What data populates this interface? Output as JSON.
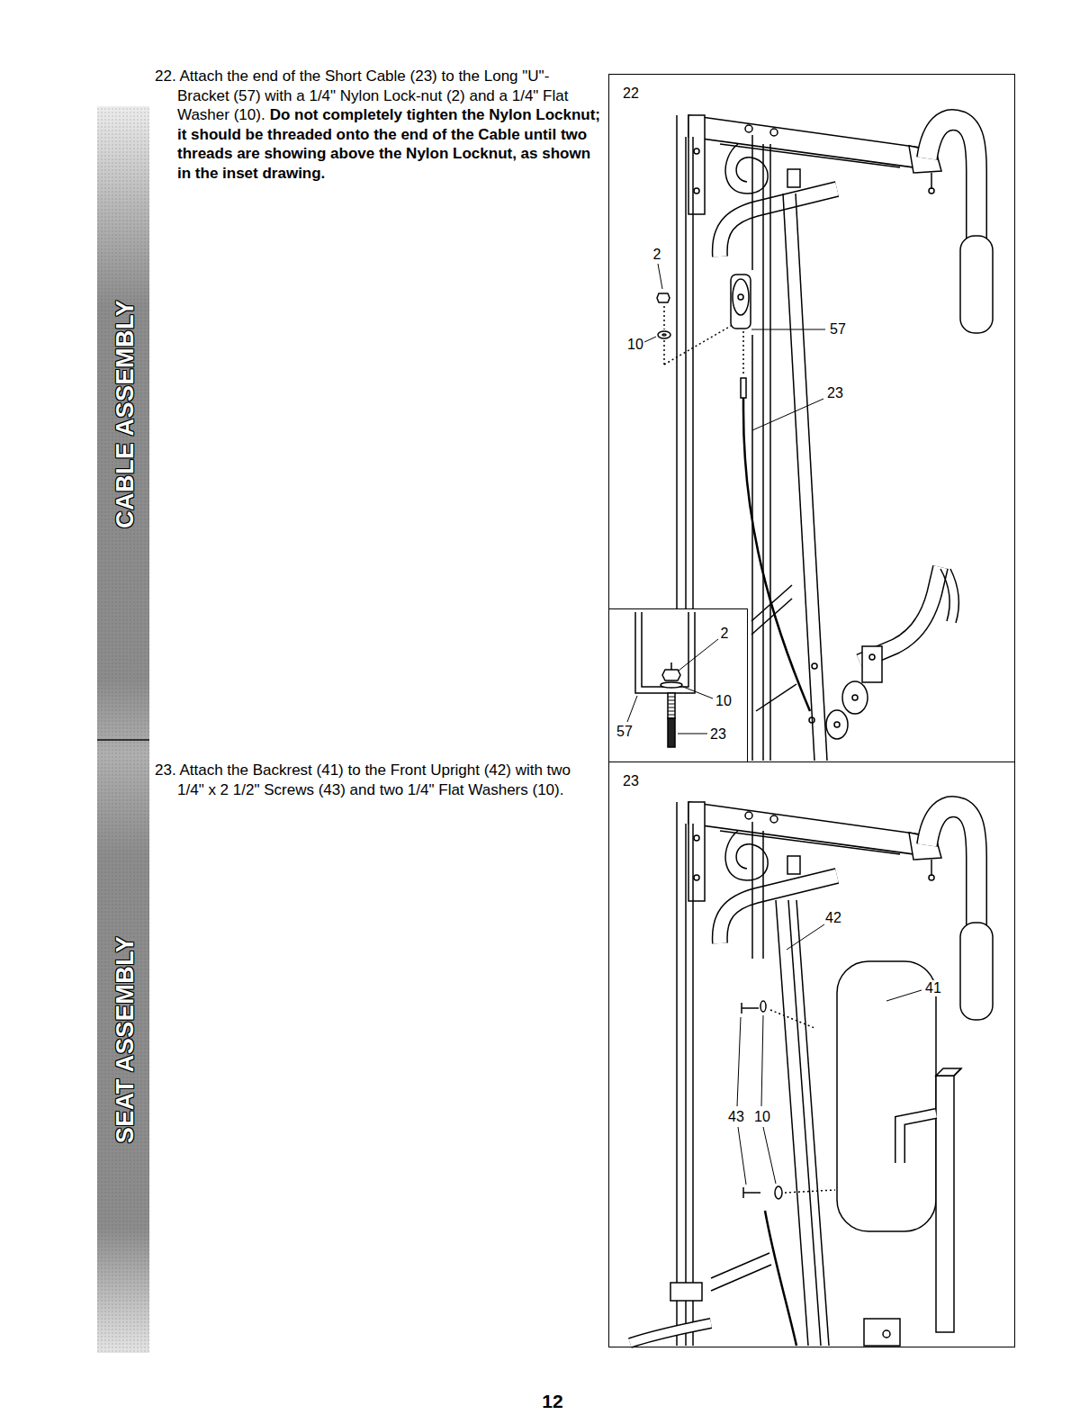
{
  "diagram": {
    "nodes": [
      {
        "text": [
          "22"
        ]
      },
      {
        "text": [
          "2",
          "10",
          "57",
          "23"
        ],
        "in": 0
      },
      {
        "text": [
          "23"
        ]
      }
    ],
    "labels": [
      "22. Attach the end of the Short Cable (23) to the Long \"U\"-Bracket (57) with a 1/4\" Nylon Lock-nut (2) and a 1/4\" Flat Washer (10).",
      "Do not completely tighten the Nylon Locknut; it should be threaded onto the end of the Cable until two threads are showing above the Nylon Locknut, as shown in the inset drawing.",
      "23. Attach the Backrest (41) to the Front Upright (42) with two 1/4\" x 2 1/2\" Screws (43) and two 1/4\" Flat Washers (10).",
      "CABLE ASSEMBLY",
      "SEAT ASSEMBLY",
      "2",
      "10",
      "57",
      "23",
      "42",
      "41",
      "43",
      "10",
      "12"
    ]
  }
}
